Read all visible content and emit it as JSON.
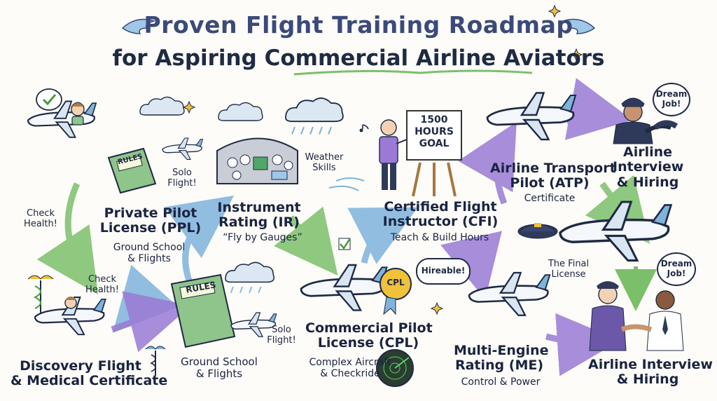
{
  "title": {
    "line1": "Proven Flight Training Roadmap",
    "line2_prefix": "for",
    "line2_words": [
      "Aspiring",
      "Commercial",
      "Airline",
      "Aviators"
    ]
  },
  "stages": {
    "discovery": {
      "title_l1": "Discovery Flight",
      "title_l2": "& Medical Certificate"
    },
    "ppl": {
      "title_l1": "Private Pilot",
      "title_l2": "License (PPL)",
      "sub_l1": "Ground School",
      "sub_l2": "& Flights"
    },
    "ground": {
      "title_l1": "Ground School",
      "title_l2": "& Flights"
    },
    "ir": {
      "title_l1": "Instrument",
      "title_l2": "Rating (IR)",
      "sub": "“Fly by Gauges”"
    },
    "cpl": {
      "title_l1": "Commercial Pilot",
      "title_l2": "License (CPL)",
      "sub_l1": "Complex Aircraft",
      "sub_l2": "& Checkride"
    },
    "cfi": {
      "title_l1": "Certified Flight",
      "title_l2": "Instructor (CFI)",
      "sub": "Teach & Build Hours"
    },
    "me": {
      "title_l1": "Multi-Engine",
      "title_l2": "Rating (ME)",
      "sub": "Control & Power"
    },
    "atp": {
      "title_l1": "Airline Transport",
      "title_l2": "Pilot (ATP)",
      "sub": "Certificate"
    },
    "hire_top": {
      "l1": "Airline",
      "l2": "Interview",
      "l3": "& Hiring"
    },
    "hire_bottom": {
      "l1": "Airline Interview",
      "l2": "& Hiring"
    }
  },
  "notes": {
    "check_health_1_l1": "Check",
    "check_health_1_l2": "Health!",
    "check_health_2_l1": "Check",
    "check_health_2_l2": "Health!",
    "solo_1_l1": "Solo",
    "solo_1_l2": "Flight!",
    "solo_2_l1": "Solo",
    "solo_2_l2": "Flight!",
    "weather_l1": "Weather",
    "weather_l2": "Skills",
    "final_l1": "The Final",
    "final_l2": "License"
  },
  "props": {
    "rules_book_1": "RULES",
    "rules_book_2": "RULES",
    "goal_board_l1": "1500",
    "goal_board_l2": "HOURS",
    "goal_board_l3": "GOAL",
    "cpl_badge": "CPL",
    "hireable": "Hireable!",
    "dream_job_1_l1": "Dream",
    "dream_job_1_l2": "Job!",
    "dream_job_2_l1": "Dream",
    "dream_job_2_l2": "Job!"
  },
  "colors": {
    "ink": "#1f2a44",
    "green_arrow": "#7cbf6a",
    "blue_arrow": "#7fb3dc",
    "purple_arrow": "#9a7ad6",
    "gold": "#f0c23a",
    "book_green": "#8fc48a",
    "sky_blue": "#cfe6f7"
  }
}
